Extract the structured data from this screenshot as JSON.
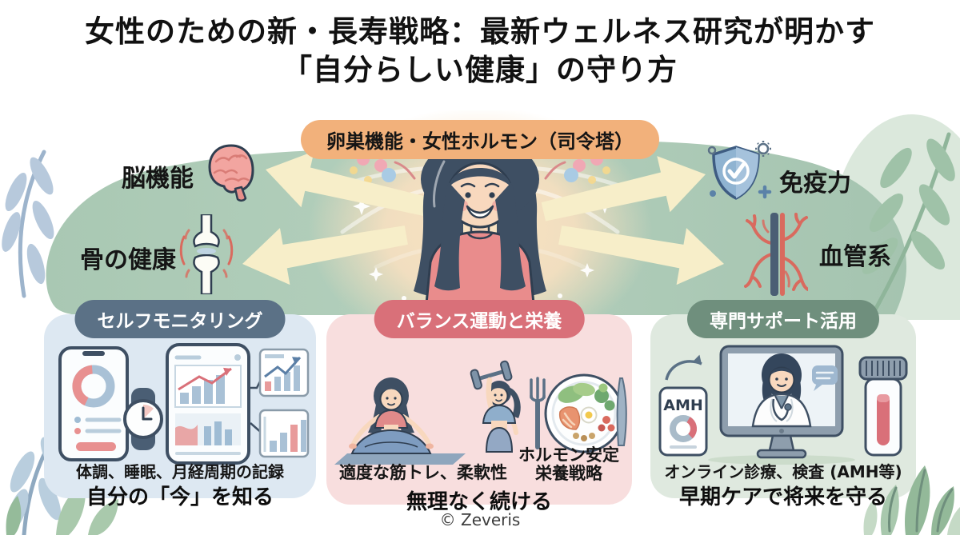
{
  "title": {
    "line1": "女性のための新・長寿戦略：最新ウェルネス研究が明かす",
    "line2": "「自分らしい健康」の守り方"
  },
  "hub": {
    "badge": "卵巣機能・女性ホルモン（司令塔）",
    "figure": "smiling-woman-with-hormone-sparkles"
  },
  "targets": [
    {
      "id": "brain",
      "label": "脳機能",
      "icon": "brain-icon"
    },
    {
      "id": "bone",
      "label": "骨の健康",
      "icon": "bone-joint-icon"
    },
    {
      "id": "immune",
      "label": "免疫力",
      "icon": "shield-check-icon"
    },
    {
      "id": "vascular",
      "label": "血管系",
      "icon": "blood-vessel-icon"
    }
  ],
  "panels": [
    {
      "header": "セルフモニタリング",
      "note": "体調、睡眠、月経周期の記録",
      "tagline": "自分の「今」を知る",
      "accent": "#5b7186",
      "bg": "#dde8f2",
      "icons": [
        "smartphone-donut-chart-icon",
        "smartwatch-icon",
        "smartphone-trend-chart-icon",
        "bar-chart-cards-icon"
      ]
    },
    {
      "header": "バランス運動と栄養",
      "note_left": "適度な筋トレ、柔軟性",
      "note_right_line1": "ホルモン安定",
      "note_right_line2": "栄養戦略",
      "tagline": "無理なく続ける",
      "accent": "#d97079",
      "bg": "#f8dede",
      "icons": [
        "yoga-woman-icon",
        "dumbbell-woman-icon",
        "fork-icon",
        "healthy-plate-icon",
        "knife-icon"
      ]
    },
    {
      "header": "専門サポート活用",
      "amh_label": "AMH",
      "note": "オンライン診療、検査 (AMH等)",
      "tagline": "早期ケアで将来を守る",
      "accent": "#6f8f7d",
      "bg": "#dfe9df",
      "icons": [
        "amh-test-card-icon",
        "telehealth-doctor-monitor-icon",
        "blood-sample-vial-icon"
      ]
    }
  ],
  "footer": {
    "copyright": "© Zeveris"
  },
  "colors": {
    "hub_badge": "#f2b17b",
    "band_green": "#abc9b6",
    "warm_glow": "#fae3c2",
    "arrow_cream": "#f7eec9",
    "panel1_accent": "#5b7186",
    "panel2_accent": "#d97079",
    "panel3_accent": "#6f8f7d",
    "title_text": "#111111"
  }
}
